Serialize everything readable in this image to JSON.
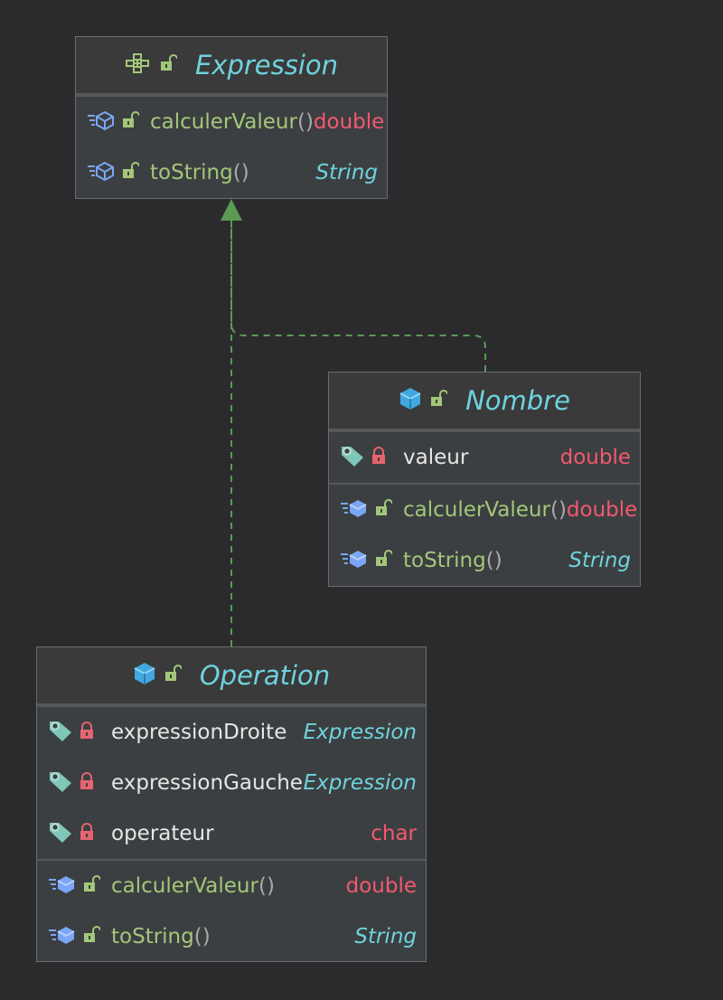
{
  "classes": {
    "expression": {
      "name": "Expression",
      "kind_icon": "interface-icon",
      "methods": [
        {
          "name": "calculerValeur",
          "parens": "()",
          "type": "double",
          "type_kind": "primitive"
        },
        {
          "name": "toString",
          "parens": "()",
          "type": "String",
          "type_kind": "ref"
        }
      ]
    },
    "nombre": {
      "name": "Nombre",
      "kind_icon": "class-icon",
      "fields": [
        {
          "name": "valeur",
          "type": "double",
          "type_kind": "primitive"
        }
      ],
      "methods": [
        {
          "name": "calculerValeur",
          "parens": "()",
          "type": "double",
          "type_kind": "primitive"
        },
        {
          "name": "toString",
          "parens": "()",
          "type": "String",
          "type_kind": "ref"
        }
      ]
    },
    "operation": {
      "name": "Operation",
      "kind_icon": "class-icon",
      "fields": [
        {
          "name": "expressionDroite",
          "type": "Expression",
          "type_kind": "ref"
        },
        {
          "name": "expressionGauche",
          "type": "Expression",
          "type_kind": "ref"
        },
        {
          "name": "operateur",
          "type": "char",
          "type_kind": "primitive"
        }
      ],
      "methods": [
        {
          "name": "calculerValeur",
          "parens": "()",
          "type": "double",
          "type_kind": "primitive"
        },
        {
          "name": "toString",
          "parens": "()",
          "type": "String",
          "type_kind": "ref"
        }
      ]
    }
  },
  "relations": [
    {
      "from": "Nombre",
      "to": "Expression",
      "kind": "implements"
    },
    {
      "from": "Operation",
      "to": "Expression",
      "kind": "implements"
    }
  ],
  "colors": {
    "background": "#2b2b2d",
    "class_name": "#6fd3de",
    "method_name": "#a3c77a",
    "field_name": "#e6e6e6",
    "primitive_type": "#f2596e",
    "reference_type": "#6fd3de",
    "connector": "#5a9a55"
  }
}
